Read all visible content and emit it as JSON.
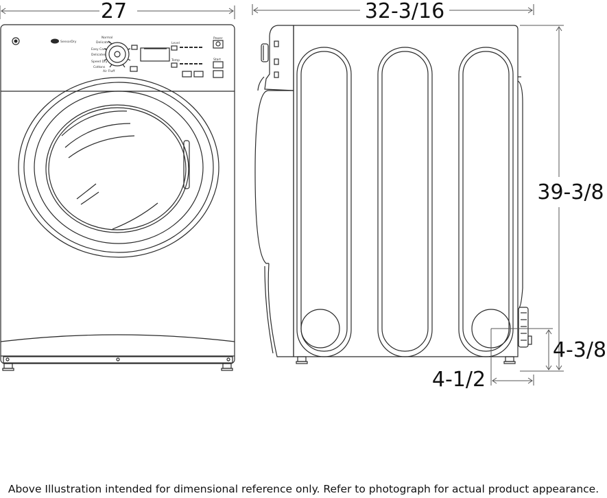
{
  "dimensions": {
    "width": "27",
    "depth": "32-3/16",
    "height": "39-3/8",
    "foot_to_vent": "4-1/2",
    "vent_height": "4-3/8"
  },
  "panel": {
    "brand_text": "SensorDry",
    "cycles": [
      "Normal",
      "Delicates",
      "Easy Care",
      "Delicates",
      "Speed Dry",
      "Cottons",
      "Air Fluff"
    ],
    "level_label": "Level",
    "temp_label": "Temp",
    "start_label": "Start",
    "power_label": "Power"
  },
  "caption": "Above Illustration intended for dimensional reference only. Refer to photograph for actual product appearance.",
  "colors": {
    "line": "#2a2a2a",
    "dimension": "#111111",
    "background": "#ffffff"
  }
}
